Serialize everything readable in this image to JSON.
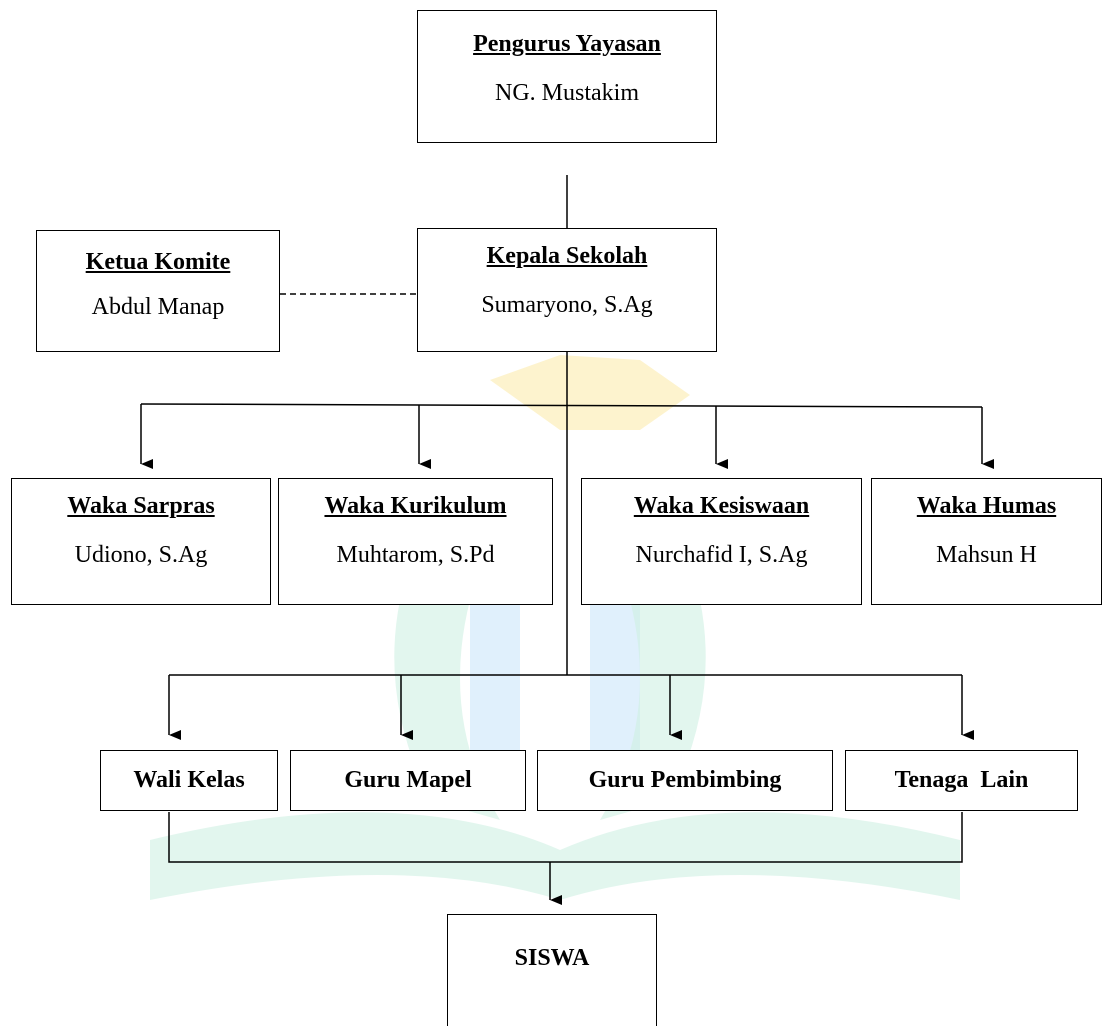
{
  "colors": {
    "line": "#000000",
    "watermark_yellow": "#f7cf3a",
    "watermark_green": "#3cc58e",
    "watermark_blue": "#4aa6ea"
  },
  "watermark": {
    "icon": "university-logo-watermark"
  },
  "yayasan": {
    "title": "Pengurus Yayasan",
    "name": "NG. Mustakim"
  },
  "komite": {
    "title": "Ketua Komite",
    "name": "Abdul Manap"
  },
  "kepala": {
    "title": "Kepala Sekolah",
    "name": "Sumaryono, S.Ag"
  },
  "waka": [
    {
      "title": "Waka Sarpras",
      "name": "Udiono, S.Ag"
    },
    {
      "title": "Waka Kurikulum",
      "name": "Muhtarom, S.Pd"
    },
    {
      "title": "Waka Kesiswaan",
      "name": "Nurchafid I, S.Ag"
    },
    {
      "title": "Waka Humas",
      "name": "Mahsun H"
    }
  ],
  "staff": [
    {
      "label": "Wali Kelas"
    },
    {
      "label": "Guru Mapel"
    },
    {
      "label": "Guru Pembimbing"
    },
    {
      "label": "Tenaga  Lain"
    }
  ],
  "siswa": {
    "label": "SISWA"
  }
}
